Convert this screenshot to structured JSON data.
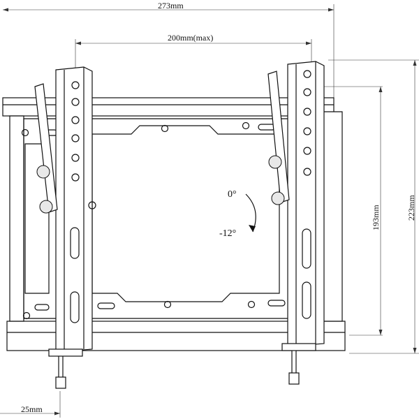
{
  "dimensions": {
    "total_width": "273mm",
    "vesa_max": "200mm(max)",
    "height_inner": "193mm",
    "height_total": "223mm",
    "wall_offset": "25mm"
  },
  "tilt": {
    "upper": "0°",
    "lower": "-12°"
  },
  "colors": {
    "line": "#111111",
    "background": "#ffffff"
  }
}
